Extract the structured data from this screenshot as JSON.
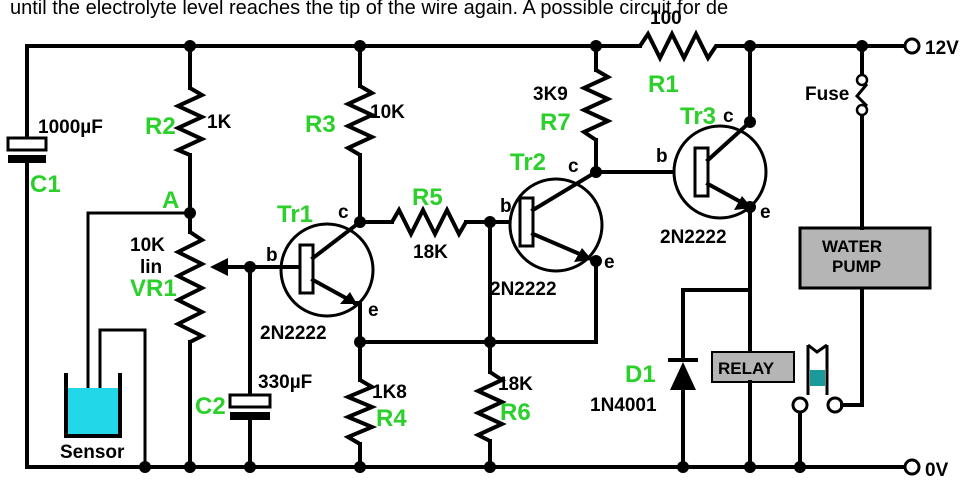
{
  "caption": "until the electrolyte level reaches the tip of the wire again.  A possible circuit for de",
  "colors": {
    "label_green": "#2bd02b",
    "box_grey": "#b5b5b5",
    "water": "#22d8e8",
    "relay_water": "#1a9a9a"
  },
  "rails": {
    "positive": "12V",
    "ground": "0V"
  },
  "components": {
    "r1": {
      "name": "R1",
      "value": "100"
    },
    "r2": {
      "name": "R2",
      "value": "1K"
    },
    "r3": {
      "name": "R3",
      "value": "10K"
    },
    "r4": {
      "name": "R4",
      "value": "1K8"
    },
    "r5": {
      "name": "R5",
      "value": "18K"
    },
    "r6": {
      "name": "R6",
      "value": "18K"
    },
    "r7": {
      "name": "R7",
      "value": "3K9"
    },
    "vr1": {
      "name": "VR1",
      "value": "10K",
      "type": "lin"
    },
    "c1": {
      "name": "C1",
      "value": "1000µF"
    },
    "c2": {
      "name": "C2",
      "value": "330µF"
    },
    "d1": {
      "name": "D1",
      "value": "1N4001"
    },
    "tr1": {
      "name": "Tr1",
      "part": "2N2222"
    },
    "tr2": {
      "name": "Tr2",
      "part": "2N2222"
    },
    "tr3": {
      "name": "Tr3",
      "part": "2N2222"
    },
    "fuse": {
      "name": "Fuse"
    },
    "pump": {
      "line1": "WATER",
      "line2": "PUMP"
    },
    "relay": {
      "name": "RELAY"
    },
    "sensor": {
      "name": "Sensor"
    }
  },
  "nodes": {
    "a": "A"
  },
  "pins": {
    "b": "b",
    "c": "c",
    "e": "e"
  }
}
